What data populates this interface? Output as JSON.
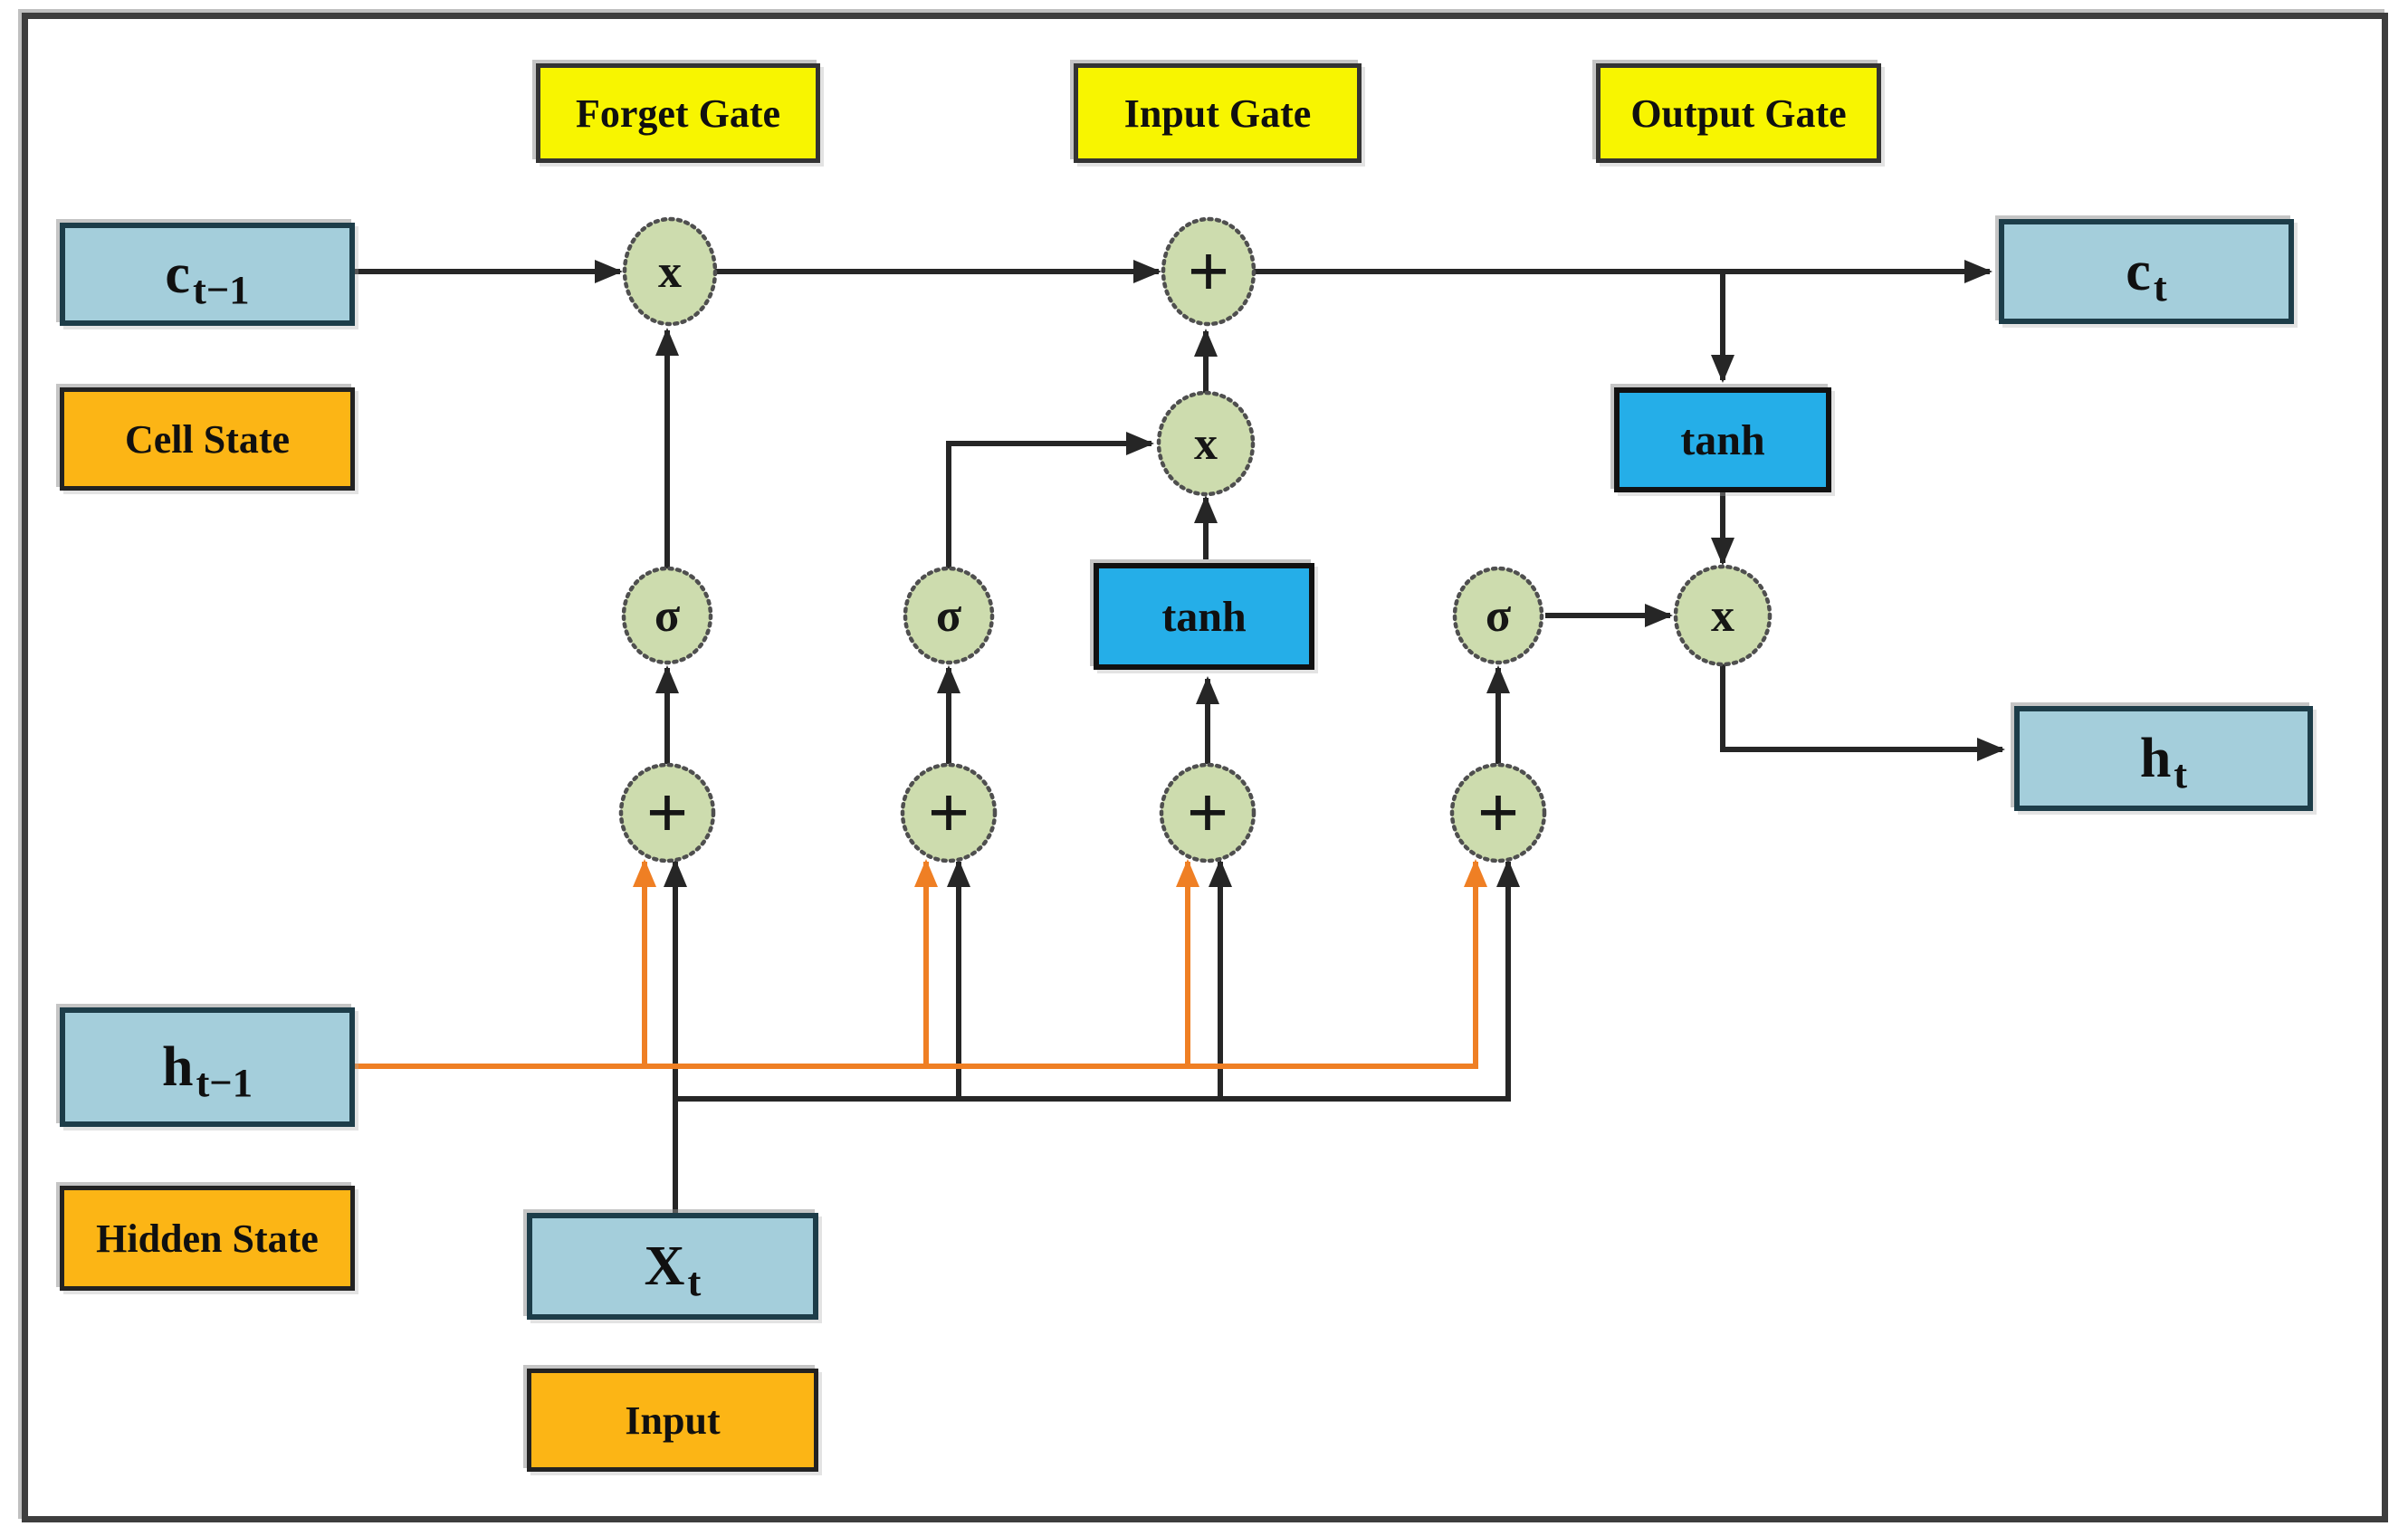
{
  "colors": {
    "background": "#ffffff",
    "frame": "#3e3e3e",
    "gate_fill": "#f8f500",
    "gate_border": "#333333",
    "state_fill": "#a4cedb",
    "state_border": "#1d3d49",
    "label_fill": "#fcb515",
    "label_border": "#222222",
    "tanh_fill": "#25aee8",
    "tanh_border": "#111111",
    "node_fill": "#cddcae",
    "node_border": "#4f4f4f",
    "line": "#262626",
    "line_orange": "#ef7f24"
  },
  "gates": {
    "forget": "Forget Gate",
    "input": "Input Gate",
    "output": "Output Gate"
  },
  "legend": {
    "cell_state": "Cell State",
    "hidden_state": "Hidden State",
    "input": "Input"
  },
  "states": {
    "c_prev": {
      "base": "c",
      "sub": "t−1"
    },
    "c_next": {
      "base": "c",
      "sub": "t"
    },
    "h_prev": {
      "base": "h",
      "sub": "t−1"
    },
    "h_next": {
      "base": "h",
      "sub": "t"
    },
    "x_input": {
      "base": "X",
      "sub": "t"
    }
  },
  "functions": {
    "tanh_output": "tanh",
    "tanh_input": "tanh"
  },
  "operators": {
    "multiply": "x",
    "add": "+",
    "sigma": "σ"
  }
}
